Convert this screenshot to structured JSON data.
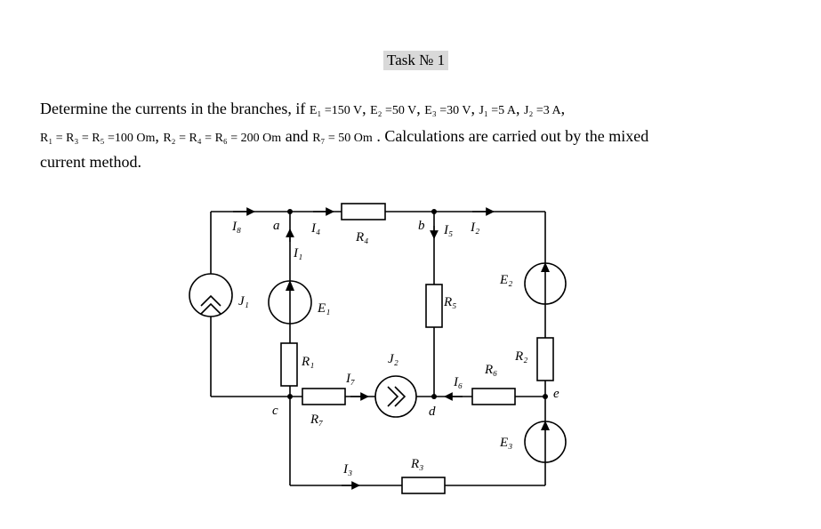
{
  "title": "Task № 1",
  "text": {
    "line1_prefix": "Determine the currents in the branches, if",
    "e1": "E₁ =150 V",
    "e2": "E₂ =50 V",
    "e3": "E₃ =30 V",
    "j1": "J₁ =5 A",
    "j2": "J₂ =3 A",
    "r135": "R₁ = R₃ = R₅ =100 Om",
    "r246": "R₂ = R₄ = R₆ = 200 Om",
    "and": "and",
    "r7": "R₇ = 50 Om",
    "line2_suffix": ". Calculations are carried out by the mixed",
    "line3": "current method.",
    "sep": ","
  },
  "circuit": {
    "nodes": [
      "a",
      "b",
      "c",
      "d",
      "e"
    ],
    "currents": [
      "I₈",
      "I₄",
      "I₁",
      "I₅",
      "I₂",
      "I₇",
      "I₆",
      "I₃"
    ],
    "resistors": [
      "R₄",
      "R₅",
      "R₁",
      "R₇",
      "R₆",
      "R₂",
      "R₃"
    ],
    "emf_sources": [
      "E₁",
      "E₂",
      "E₃"
    ],
    "current_sources": [
      "J₁",
      "J₂"
    ]
  }
}
